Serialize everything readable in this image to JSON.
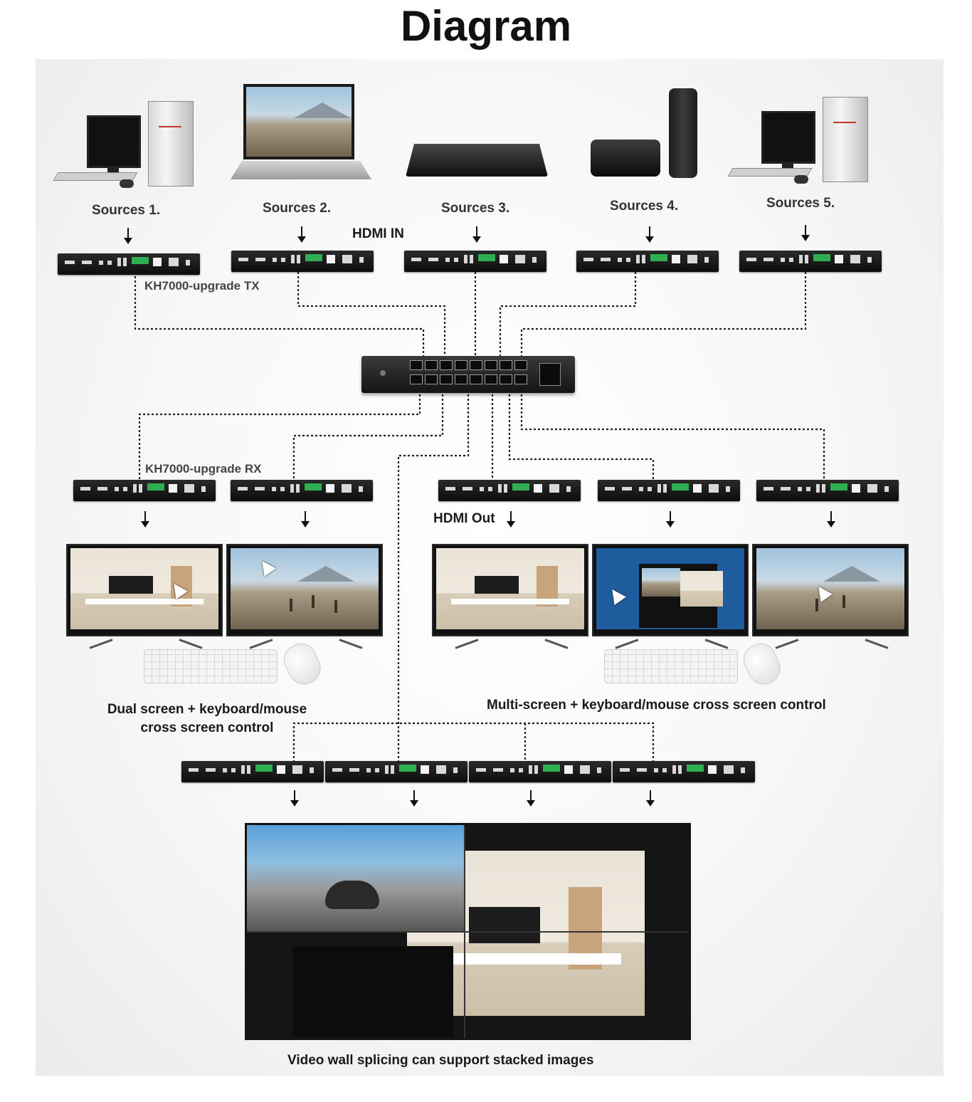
{
  "title": "Diagram",
  "sources": [
    {
      "label": "Sources 1."
    },
    {
      "label": "Sources 2."
    },
    {
      "label": "Sources 3."
    },
    {
      "label": "Sources 4."
    },
    {
      "label": "Sources 5."
    }
  ],
  "labels": {
    "hdmi_in": "HDMI IN",
    "tx": "KH7000-upgrade TX",
    "rx": "KH7000-upgrade RX",
    "hdmi_out": "HDMI Out"
  },
  "captions": {
    "dual": "Dual screen + keyboard/mouse cross screen control",
    "multi": "Multi-screen + keyboard/mouse cross screen control",
    "wall": "Video wall splicing can support stacked images"
  },
  "devices": {
    "desktop_pc": "desktop-pc-icon",
    "laptop": "laptop-icon",
    "bluray_player": "bluray-player-icon",
    "streaming_box": "streaming-box-icon",
    "switch": "network-switch-icon",
    "extender": "kvm-extender-icon",
    "display": "tv-display-icon",
    "keyboard": "keyboard-icon",
    "mouse": "mouse-icon"
  },
  "colors": {
    "background": "#f4f4f4",
    "device": "#111111",
    "connector": "#2fae52",
    "wire": "#222222"
  }
}
